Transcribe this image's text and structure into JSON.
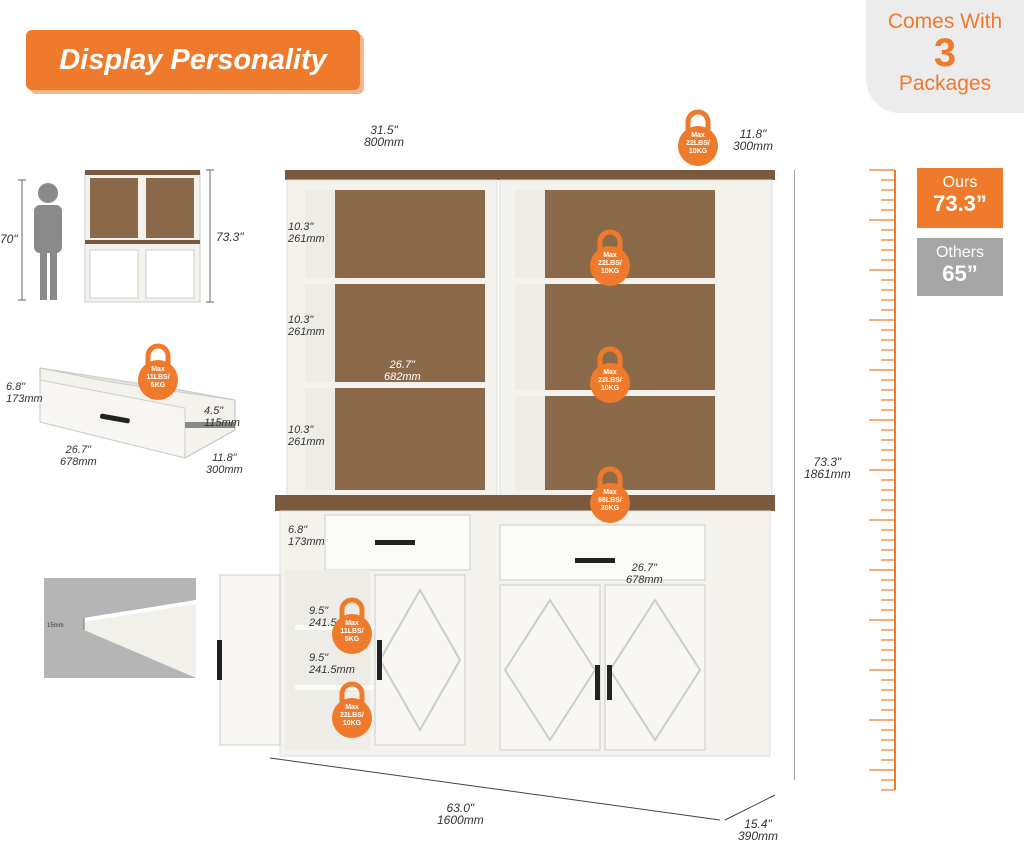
{
  "banner": {
    "title": "Display Personality"
  },
  "packages": {
    "line1": "Comes With",
    "count": "3",
    "line3": "Packages"
  },
  "comparison": {
    "ours_label": "Ours",
    "ours_value": "73.3”",
    "others_label": "Others",
    "others_value": "65”",
    "ours_color": "#ef7a2c",
    "others_color": "#a6a6a6"
  },
  "person": {
    "height_label": "70\"",
    "cabinet_height_label": "73.3\""
  },
  "drawer": {
    "height_in": "6.8\"",
    "height_mm": "173mm",
    "slide_in": "4.5\"",
    "slide_mm": "115mm",
    "width_in": "26.7\"",
    "width_mm": "678mm",
    "depth_in": "11.8\"",
    "depth_mm": "300mm",
    "load": [
      "Max",
      "11LBS/",
      "5KG"
    ]
  },
  "board": {
    "thickness": "15mm"
  },
  "top": {
    "width_in": "31.5\"",
    "width_mm": "800mm",
    "depth_in": "11.8\"",
    "depth_mm": "300mm",
    "load": [
      "Max",
      "22LBS/",
      "10KG"
    ]
  },
  "shelves": {
    "s1_in": "10.3\"",
    "s1_mm": "261mm",
    "s2_in": "10.3\"",
    "s2_mm": "261mm",
    "s3_in": "10.3\"",
    "s3_mm": "261mm",
    "width_in": "26.7\"",
    "width_mm": "682mm",
    "load_shelf": [
      "Max",
      "22LBS/",
      "10KG"
    ],
    "load_shelf2": [
      "Max",
      "22LBS/",
      "10KG"
    ],
    "load_counter": [
      "Max",
      "66LBS/",
      "30KG"
    ]
  },
  "base": {
    "drawer_h_in": "6.8\"",
    "drawer_h_mm": "173mm",
    "drawer_w_in": "26.7\"",
    "drawer_w_mm": "678mm",
    "cab1_in": "9.5\"",
    "cab1_mm": "241.5mm",
    "cab2_in": "9.5\"",
    "cab2_mm": "241.5mm",
    "load_cab1": [
      "Max",
      "11LBS/",
      "5KG"
    ],
    "load_cab2": [
      "Max",
      "22LBS/",
      "10KG"
    ]
  },
  "overall": {
    "height_in": "73.3\"",
    "height_mm": "1861mm",
    "width_in": "63.0\"",
    "width_mm": "1600mm",
    "depth_in": "15.4\"",
    "depth_mm": "390mm"
  },
  "colors": {
    "accent": "#ef7a2c",
    "wood": "#7a5a3e",
    "cabinet": "#f4f2ec"
  }
}
